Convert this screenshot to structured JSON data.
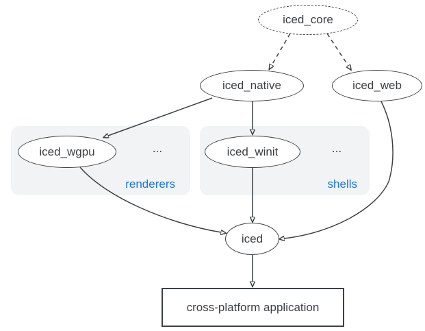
{
  "nodes": {
    "core": "iced_core",
    "native": "iced_native",
    "web": "iced_web",
    "wgpu": "iced_wgpu",
    "winit": "iced_winit",
    "iced": "iced",
    "app": "cross-platform application"
  },
  "groups": {
    "renderers": {
      "label": "renderers",
      "more": "..."
    },
    "shells": {
      "label": "shells",
      "more": "..."
    }
  },
  "edges": [
    {
      "from": "iced_core",
      "to": "iced_native",
      "style": "dashed"
    },
    {
      "from": "iced_core",
      "to": "iced_web",
      "style": "dashed"
    },
    {
      "from": "iced_native",
      "to": "iced_wgpu",
      "style": "solid"
    },
    {
      "from": "iced_native",
      "to": "iced_winit",
      "style": "solid"
    },
    {
      "from": "iced_wgpu",
      "to": "iced",
      "style": "solid"
    },
    {
      "from": "iced_winit",
      "to": "iced",
      "style": "solid"
    },
    {
      "from": "iced_web",
      "to": "iced",
      "style": "solid"
    },
    {
      "from": "iced",
      "to": "cross-platform application",
      "style": "solid"
    }
  ],
  "colors": {
    "stroke": "#3c4043",
    "text": "#3c4043",
    "group_label": "#1a73e8",
    "group_bg": "#f1f3f4",
    "background": "#ffffff"
  }
}
